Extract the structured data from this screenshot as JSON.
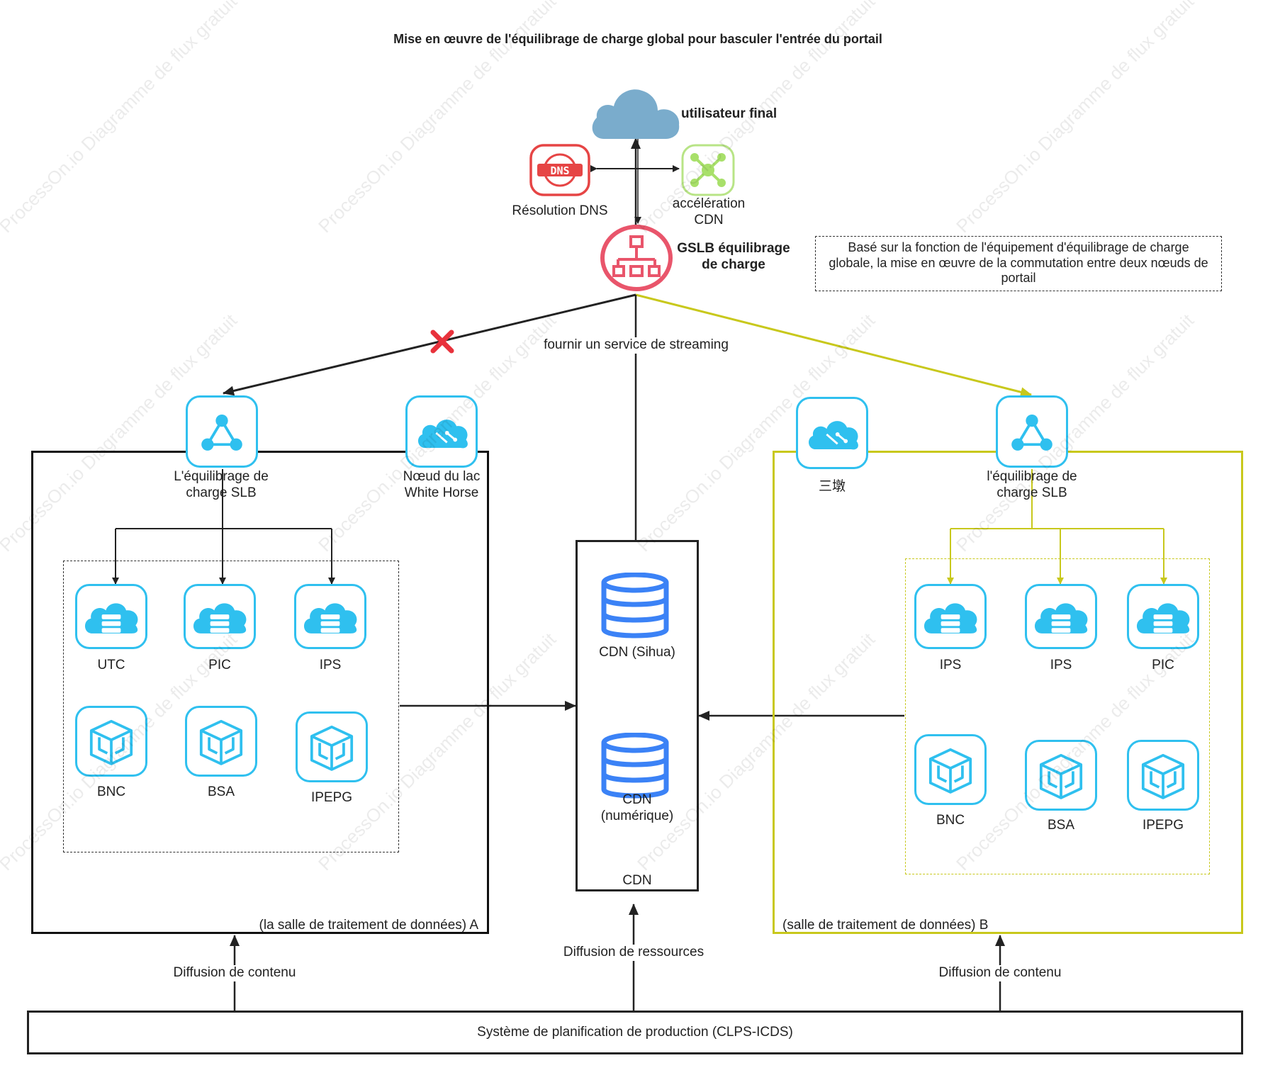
{
  "title": "Mise en œuvre de l'équilibrage de charge global pour basculer l'entrée du portail",
  "watermark": "ProcessOn.io Diagramme de flux gratuit",
  "colors": {
    "cyan": "#2fc0ef",
    "yellow": "#c8c81c",
    "red": "#e9556b",
    "green": "#a8e06a",
    "cloud": "#7aaccc",
    "blue": "#3b82f6",
    "dark": "#222222"
  },
  "top": {
    "end_user": "utilisateur final",
    "dns": "Résolution DNS",
    "cdn_accel": "accélération CDN",
    "gslb": "GSLB équilibrage de charge",
    "note": "Basé sur la fonction de l'équipement d'équilibrage de charge globale, la mise en œuvre de la commutation entre deux nœuds de portail",
    "streaming": "fournir un service de streaming"
  },
  "room_a": {
    "label": "(la salle de traitement de données) A",
    "slb": "L'équilibrage de charge SLB",
    "node": "Nœud du lac White Horse",
    "servers": [
      "UTC",
      "PIC",
      "IPS"
    ],
    "apps": [
      "BNC",
      "BSA",
      "IPEPG"
    ]
  },
  "room_b": {
    "label": "(salle de traitement de données) B",
    "slb": "l'équilibrage de charge SLB",
    "node": "三墩",
    "servers": [
      "IPS",
      "IPS",
      "PIC"
    ],
    "apps": [
      "BNC",
      "BSA",
      "IPEPG"
    ]
  },
  "cdn": {
    "label": "CDN",
    "db1": "CDN (Sihua)",
    "db2": "CDN (numérique)"
  },
  "bottom": {
    "system": "Système de planification de production (CLPS-ICDS)",
    "left_arrow": "Diffusion de contenu",
    "center_arrow": "Diffusion de ressources",
    "right_arrow": "Diffusion de contenu"
  }
}
